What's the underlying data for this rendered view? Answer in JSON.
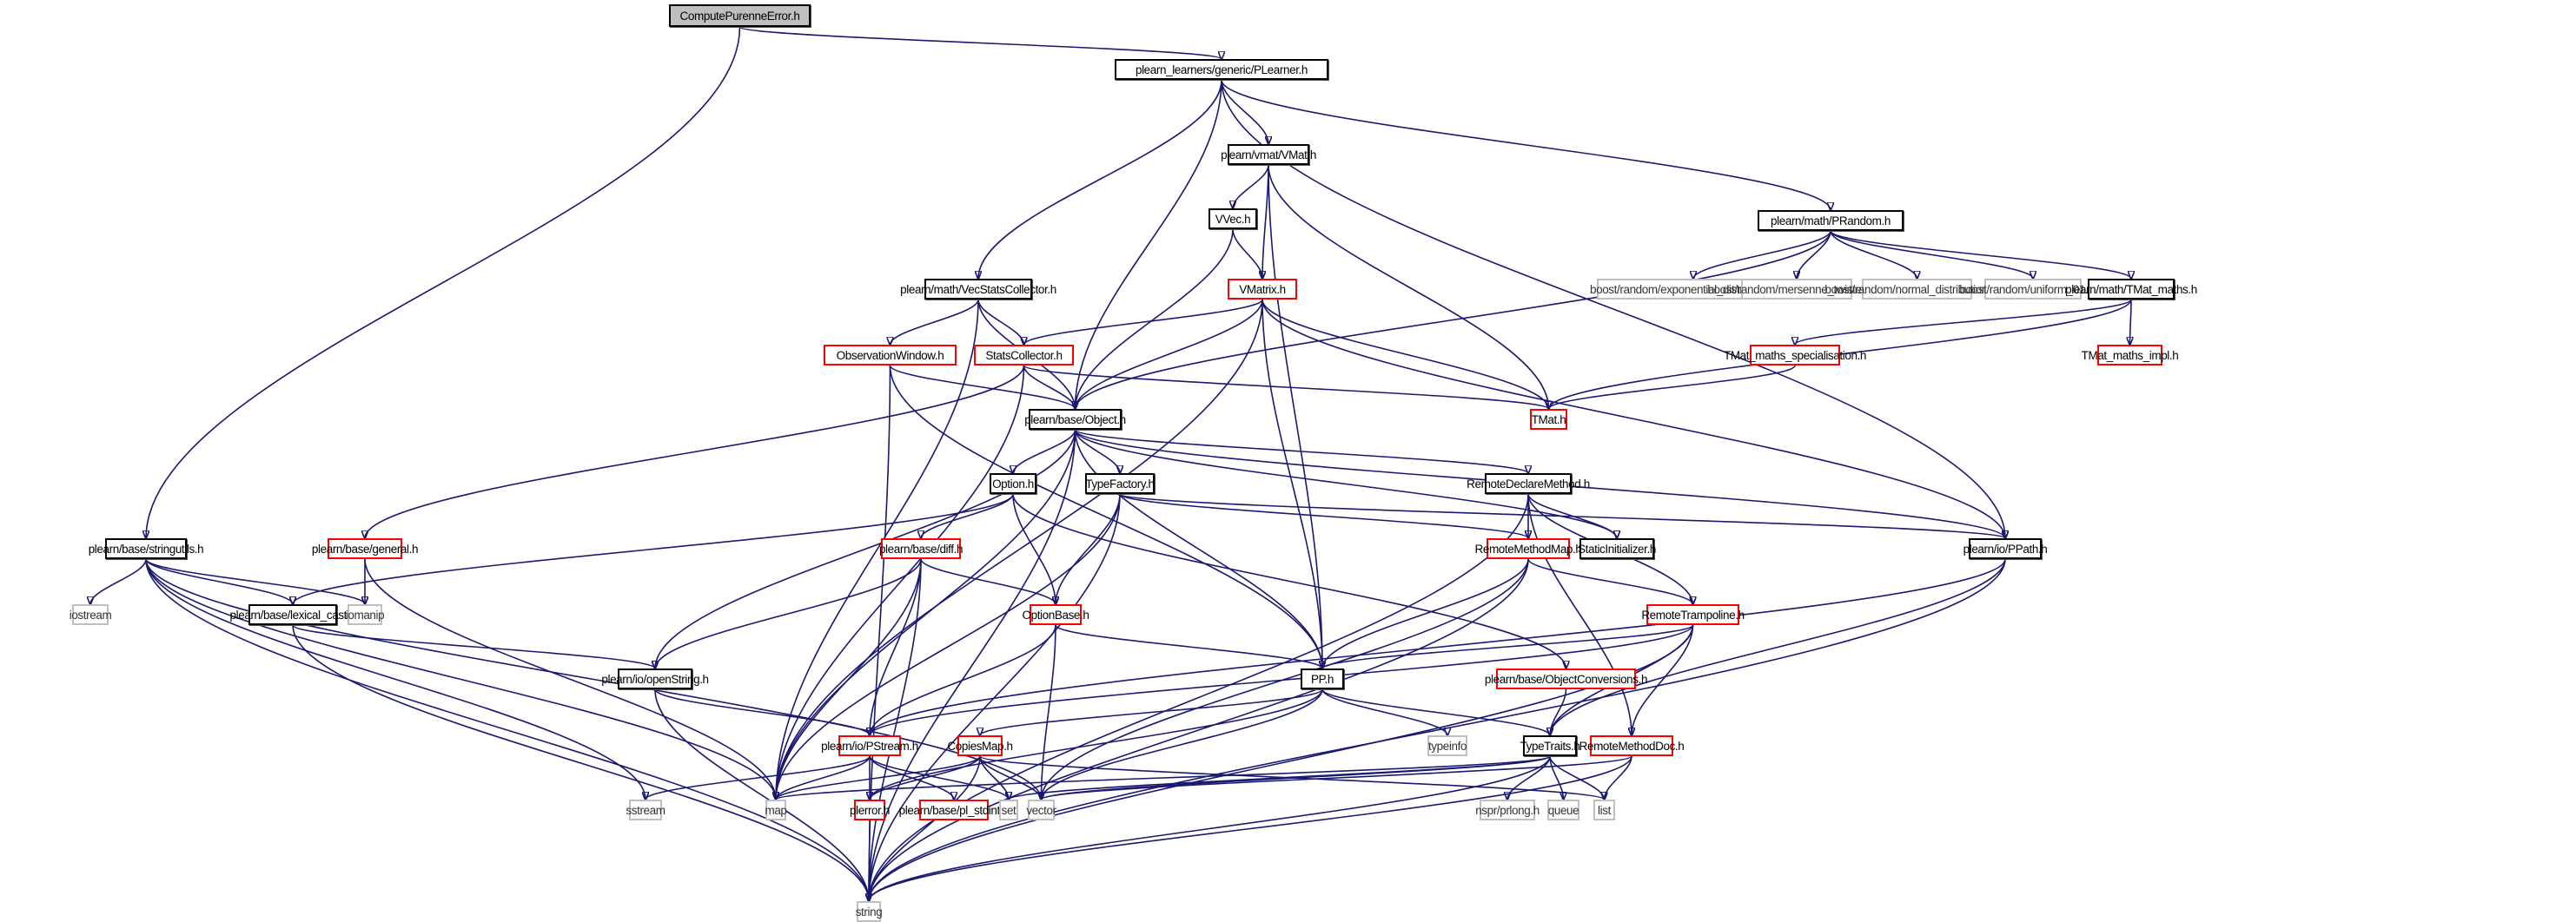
{
  "graph": {
    "title": "ComputePurenneError.h include dependency graph",
    "edge_color": "#191970",
    "node_styles": {
      "root": {
        "fill": "#bfbfbf",
        "border": "#000000"
      },
      "documented": {
        "fill": "#ffffff",
        "border": "#000000"
      },
      "truncated": {
        "fill": "#ffffff",
        "border": "#ff0000"
      },
      "external": {
        "fill": "#ffffff",
        "border": "#bfbfbf"
      }
    },
    "nodes": [
      {
        "id": "root",
        "label": "ComputePurenneError.h",
        "style": "root"
      },
      {
        "id": "plearner",
        "label": "plearn_learners/generic/PLearner.h",
        "style": "documented"
      },
      {
        "id": "vmat",
        "label": "plearn/vmat/VMat.h",
        "style": "documented"
      },
      {
        "id": "vvec",
        "label": "VVec.h",
        "style": "documented"
      },
      {
        "id": "vmatrix",
        "label": "VMatrix.h",
        "style": "truncated"
      },
      {
        "id": "prandom",
        "label": "plearn/math/PRandom.h",
        "style": "documented"
      },
      {
        "id": "expdist",
        "label": "boost/random/exponential_distribution.hpp",
        "style": "external"
      },
      {
        "id": "mersenne",
        "label": "boost/random/mersenne_twister.hpp",
        "style": "external"
      },
      {
        "id": "normdist",
        "label": "boost/random/normal_distribution.hpp",
        "style": "external"
      },
      {
        "id": "uniform01",
        "label": "boost/random/uniform_01.hpp",
        "style": "external"
      },
      {
        "id": "tmatmaths",
        "label": "plearn/math/TMat_maths.h",
        "style": "documented"
      },
      {
        "id": "tmatspec",
        "label": "TMat_maths_specialisation.h",
        "style": "truncated"
      },
      {
        "id": "tmatimpl",
        "label": "TMat_maths_impl.h",
        "style": "truncated"
      },
      {
        "id": "tmat",
        "label": "TMat.h",
        "style": "truncated"
      },
      {
        "id": "vecstats",
        "label": "plearn/math/VecStatsCollector.h",
        "style": "documented"
      },
      {
        "id": "obswin",
        "label": "ObservationWindow.h",
        "style": "truncated"
      },
      {
        "id": "statscol",
        "label": "StatsCollector.h",
        "style": "truncated"
      },
      {
        "id": "object",
        "label": "plearn/base/Object.h",
        "style": "documented"
      },
      {
        "id": "option",
        "label": "Option.h",
        "style": "documented"
      },
      {
        "id": "typefactory",
        "label": "TypeFactory.h",
        "style": "documented"
      },
      {
        "id": "remotedecl",
        "label": "RemoteDeclareMethod.h",
        "style": "documented"
      },
      {
        "id": "remotemap",
        "label": "RemoteMethodMap.h",
        "style": "truncated"
      },
      {
        "id": "staticinit",
        "label": "StaticInitializer.h",
        "style": "documented"
      },
      {
        "id": "ppath",
        "label": "plearn/io/PPath.h",
        "style": "documented"
      },
      {
        "id": "stringutils",
        "label": "plearn/base/stringutils.h",
        "style": "documented"
      },
      {
        "id": "general",
        "label": "plearn/base/general.h",
        "style": "truncated"
      },
      {
        "id": "diff",
        "label": "plearn/base/diff.h",
        "style": "truncated"
      },
      {
        "id": "iostream",
        "label": "iostream",
        "style": "external"
      },
      {
        "id": "lexical",
        "label": "plearn/base/lexical_cast.h",
        "style": "documented"
      },
      {
        "id": "iomanip",
        "label": "iomanip",
        "style": "external"
      },
      {
        "id": "optionbase",
        "label": "OptionBase.h",
        "style": "truncated"
      },
      {
        "id": "remotetramp",
        "label": "RemoteTrampoline.h",
        "style": "truncated"
      },
      {
        "id": "openstring",
        "label": "plearn/io/openString.h",
        "style": "documented"
      },
      {
        "id": "pp",
        "label": "PP.h",
        "style": "documented"
      },
      {
        "id": "objconv",
        "label": "plearn/base/ObjectConversions.h",
        "style": "truncated"
      },
      {
        "id": "pstream",
        "label": "plearn/io/PStream.h",
        "style": "truncated"
      },
      {
        "id": "copiesmap",
        "label": "CopiesMap.h",
        "style": "truncated"
      },
      {
        "id": "typeinfo",
        "label": "typeinfo",
        "style": "external"
      },
      {
        "id": "typetraits",
        "label": "TypeTraits.h",
        "style": "documented"
      },
      {
        "id": "remotedoc",
        "label": "RemoteMethodDoc.h",
        "style": "truncated"
      },
      {
        "id": "sstream",
        "label": "sstream",
        "style": "external"
      },
      {
        "id": "map",
        "label": "map",
        "style": "external"
      },
      {
        "id": "plerror",
        "label": "plerror.h",
        "style": "truncated"
      },
      {
        "id": "stdint",
        "label": "plearn/base/pl_stdint.h",
        "style": "truncated"
      },
      {
        "id": "set",
        "label": "set",
        "style": "external"
      },
      {
        "id": "vector",
        "label": "vector",
        "style": "external"
      },
      {
        "id": "prlong",
        "label": "nspr/prlong.h",
        "style": "external"
      },
      {
        "id": "queue",
        "label": "queue",
        "style": "external"
      },
      {
        "id": "list",
        "label": "list",
        "style": "external"
      },
      {
        "id": "string",
        "label": "string",
        "style": "external"
      }
    ],
    "edges": [
      [
        "root",
        "plearner"
      ],
      [
        "root",
        "stringutils"
      ],
      [
        "plearner",
        "vmat"
      ],
      [
        "plearner",
        "prandom"
      ],
      [
        "plearner",
        "vecstats"
      ],
      [
        "plearner",
        "object"
      ],
      [
        "plearner",
        "ppath"
      ],
      [
        "vmat",
        "vvec"
      ],
      [
        "vmat",
        "vmatrix"
      ],
      [
        "vmat",
        "tmat"
      ],
      [
        "vmat",
        "pp"
      ],
      [
        "vvec",
        "vmatrix"
      ],
      [
        "vvec",
        "object"
      ],
      [
        "vmatrix",
        "statscol"
      ],
      [
        "vmatrix",
        "object"
      ],
      [
        "vmatrix",
        "tmat"
      ],
      [
        "vmatrix",
        "pp"
      ],
      [
        "vmatrix",
        "ppath"
      ],
      [
        "vmatrix",
        "map"
      ],
      [
        "prandom",
        "object"
      ],
      [
        "prandom",
        "expdist"
      ],
      [
        "prandom",
        "mersenne"
      ],
      [
        "prandom",
        "normdist"
      ],
      [
        "prandom",
        "uniform01"
      ],
      [
        "prandom",
        "tmatmaths"
      ],
      [
        "tmatmaths",
        "tmatspec"
      ],
      [
        "tmatmaths",
        "tmatimpl"
      ],
      [
        "tmatmaths",
        "tmat"
      ],
      [
        "tmatspec",
        "tmat"
      ],
      [
        "vecstats",
        "obswin"
      ],
      [
        "vecstats",
        "statscol"
      ],
      [
        "vecstats",
        "object"
      ],
      [
        "vecstats",
        "map"
      ],
      [
        "obswin",
        "object"
      ],
      [
        "obswin",
        "pp"
      ],
      [
        "obswin",
        "string"
      ],
      [
        "statscol",
        "object"
      ],
      [
        "statscol",
        "tmat"
      ],
      [
        "statscol",
        "general"
      ],
      [
        "statscol",
        "map"
      ],
      [
        "object",
        "option"
      ],
      [
        "object",
        "typefactory"
      ],
      [
        "object",
        "remotedecl"
      ],
      [
        "object",
        "staticinit"
      ],
      [
        "object",
        "ppath"
      ],
      [
        "object",
        "pp"
      ],
      [
        "object",
        "openstring"
      ],
      [
        "object",
        "map"
      ],
      [
        "object",
        "string"
      ],
      [
        "option",
        "diff"
      ],
      [
        "option",
        "optionbase"
      ],
      [
        "option",
        "objconv"
      ],
      [
        "option",
        "lexical"
      ],
      [
        "typefactory",
        "remotemap"
      ],
      [
        "typefactory",
        "optionbase"
      ],
      [
        "typefactory",
        "map"
      ],
      [
        "typefactory",
        "string"
      ],
      [
        "typefactory",
        "ppath"
      ],
      [
        "remotedecl",
        "remotemap"
      ],
      [
        "remotedecl",
        "staticinit"
      ],
      [
        "remotedecl",
        "remotetramp"
      ],
      [
        "remotedecl",
        "remotedoc"
      ],
      [
        "remotedecl",
        "string"
      ],
      [
        "remotemap",
        "remotetramp"
      ],
      [
        "remotemap",
        "pp"
      ],
      [
        "remotemap",
        "vector"
      ],
      [
        "remotemap",
        "string"
      ],
      [
        "ppath",
        "pstream"
      ],
      [
        "ppath",
        "typetraits"
      ],
      [
        "ppath",
        "string"
      ],
      [
        "stringutils",
        "iostream"
      ],
      [
        "stringutils",
        "lexical"
      ],
      [
        "stringutils",
        "iomanip"
      ],
      [
        "stringutils",
        "vector"
      ],
      [
        "stringutils",
        "map"
      ],
      [
        "stringutils",
        "sstream"
      ],
      [
        "stringutils",
        "string"
      ],
      [
        "general",
        "iomanip"
      ],
      [
        "general",
        "map"
      ],
      [
        "diff",
        "optionbase"
      ],
      [
        "diff",
        "openstring"
      ],
      [
        "diff",
        "pstream"
      ],
      [
        "diff",
        "map"
      ],
      [
        "diff",
        "string"
      ],
      [
        "lexical",
        "openstring"
      ],
      [
        "lexical",
        "string"
      ],
      [
        "optionbase",
        "pp"
      ],
      [
        "optionbase",
        "pstream"
      ],
      [
        "optionbase",
        "vector"
      ],
      [
        "remotetramp",
        "pp"
      ],
      [
        "remotetramp",
        "typetraits"
      ],
      [
        "remotetramp",
        "remotedoc"
      ],
      [
        "remotetramp",
        "pstream"
      ],
      [
        "remotetramp",
        "string"
      ],
      [
        "openstring",
        "pstream"
      ],
      [
        "openstring",
        "string"
      ],
      [
        "pp",
        "copiesmap"
      ],
      [
        "pp",
        "typeinfo"
      ],
      [
        "pp",
        "typetraits"
      ],
      [
        "pp",
        "plerror"
      ],
      [
        "pp",
        "vector"
      ],
      [
        "objconv",
        "typetraits"
      ],
      [
        "pstream",
        "sstream"
      ],
      [
        "pstream",
        "map"
      ],
      [
        "pstream",
        "plerror"
      ],
      [
        "pstream",
        "stdint"
      ],
      [
        "pstream",
        "set"
      ],
      [
        "copiesmap",
        "map"
      ],
      [
        "copiesmap",
        "plerror"
      ],
      [
        "copiesmap",
        "set"
      ],
      [
        "copiesmap",
        "vector"
      ],
      [
        "copiesmap",
        "list"
      ],
      [
        "copiesmap",
        "string"
      ],
      [
        "typetraits",
        "map"
      ],
      [
        "typetraits",
        "set"
      ],
      [
        "typetraits",
        "vector"
      ],
      [
        "typetraits",
        "prlong"
      ],
      [
        "typetraits",
        "queue"
      ],
      [
        "typetraits",
        "list"
      ],
      [
        "typetraits",
        "string"
      ],
      [
        "remotedoc",
        "list"
      ],
      [
        "remotedoc",
        "vector"
      ],
      [
        "remotedoc",
        "string"
      ],
      [
        "plerror",
        "string"
      ]
    ]
  }
}
